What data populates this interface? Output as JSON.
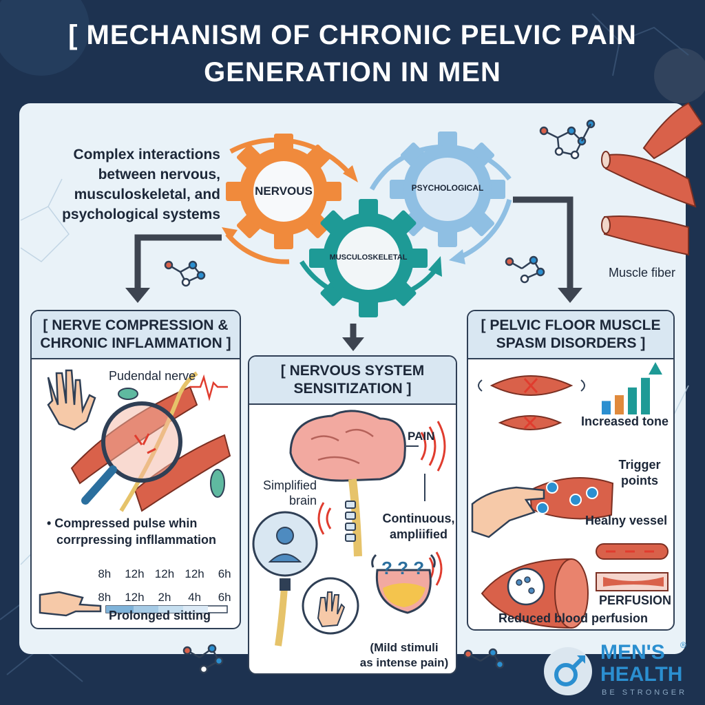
{
  "title": {
    "line1": "[ MECHANISM OF CHRONIC PELVIC PAIN",
    "line2": "GENERATION IN MEN"
  },
  "intro": {
    "line1": "Complex interactions",
    "line2": "between nervous,",
    "line3": "musculoskeletal, and",
    "line4": "psychological systems"
  },
  "gears": {
    "nervous": "NERVOUS",
    "psychological": "PSYCHOLOGICAL",
    "musculoskeletal": "MUSCULOSKELETAL"
  },
  "muscle_fiber_label": "Muscle fiber",
  "left_box": {
    "heading1": "[ NERVE COMPRESSION &",
    "heading2": "CHRONIC INFLAMMATION ]",
    "pudendal": "Pudendal nerve",
    "bullet1": "• Compressed pulse whin",
    "bullet2": "corrpressing infllammation",
    "scale_top": [
      "8h",
      "12h",
      "12h",
      "12h",
      "6h"
    ],
    "scale_bottom": [
      "8h",
      "12h",
      "2h",
      "4h",
      "6h"
    ],
    "sitting": "Prolonged sitting"
  },
  "middle_box": {
    "heading1": "[ NERVOUS SYSTEM",
    "heading2": "SENSITIZATION ]",
    "pain": "PAIN",
    "brain1": "Simplified",
    "brain2": "brain",
    "cont1": "Continuous,",
    "cont2": "ampliified",
    "question_marks": "? ? ?",
    "mild1": "(Mild stimuli",
    "mild2": "as intense pain)"
  },
  "right_box": {
    "heading1": "[ PELVIC FLOOR MUSCLE",
    "heading2": "SPASM DISORDERS ]",
    "tone": "Increased tone",
    "trigger1": "Trigger",
    "trigger2": "points",
    "vessel": "Healny vessel",
    "perfusion": "PERFUSION",
    "reduced": "Reduced blood perfusion",
    "tone_values": [
      0.35,
      0.5,
      0.7,
      0.95
    ]
  },
  "logo": {
    "line1": "MEN'S",
    "line2": "HEALTH",
    "tagline": "BE STRONGER",
    "registered": "®"
  },
  "colors": {
    "navy": "#1d3250",
    "orange": "#f08a3c",
    "teal": "#1e9a96",
    "blue": "#8fbfe3",
    "muscle": "#d9614a",
    "accent_blue": "#2b8fd0"
  }
}
